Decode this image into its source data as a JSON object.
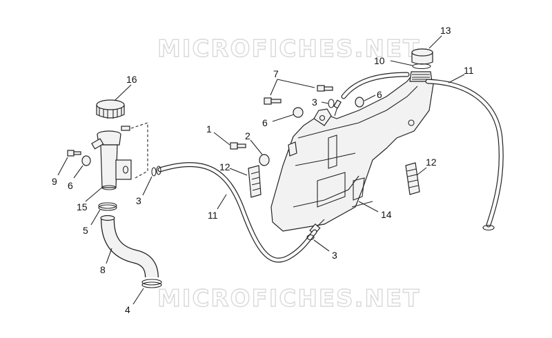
{
  "watermark": "MICROFICHES.NET",
  "callouts": [
    {
      "id": "c13",
      "label": "13"
    },
    {
      "id": "c10",
      "label": "10"
    },
    {
      "id": "c11a",
      "label": "11"
    },
    {
      "id": "c16",
      "label": "16"
    },
    {
      "id": "c7",
      "label": "7"
    },
    {
      "id": "c6a",
      "label": "6"
    },
    {
      "id": "c3a",
      "label": "3"
    },
    {
      "id": "c6b",
      "label": "6"
    },
    {
      "id": "c1",
      "label": "1"
    },
    {
      "id": "c2",
      "label": "2"
    },
    {
      "id": "c12a",
      "label": "12"
    },
    {
      "id": "c12b",
      "label": "12"
    },
    {
      "id": "c9",
      "label": "9"
    },
    {
      "id": "c6c",
      "label": "6"
    },
    {
      "id": "c3b",
      "label": "3"
    },
    {
      "id": "c15",
      "label": "15"
    },
    {
      "id": "c11b",
      "label": "11"
    },
    {
      "id": "c14",
      "label": "14"
    },
    {
      "id": "c5",
      "label": "5"
    },
    {
      "id": "c3c",
      "label": "3"
    },
    {
      "id": "c8",
      "label": "8"
    },
    {
      "id": "c4",
      "label": "4"
    }
  ]
}
